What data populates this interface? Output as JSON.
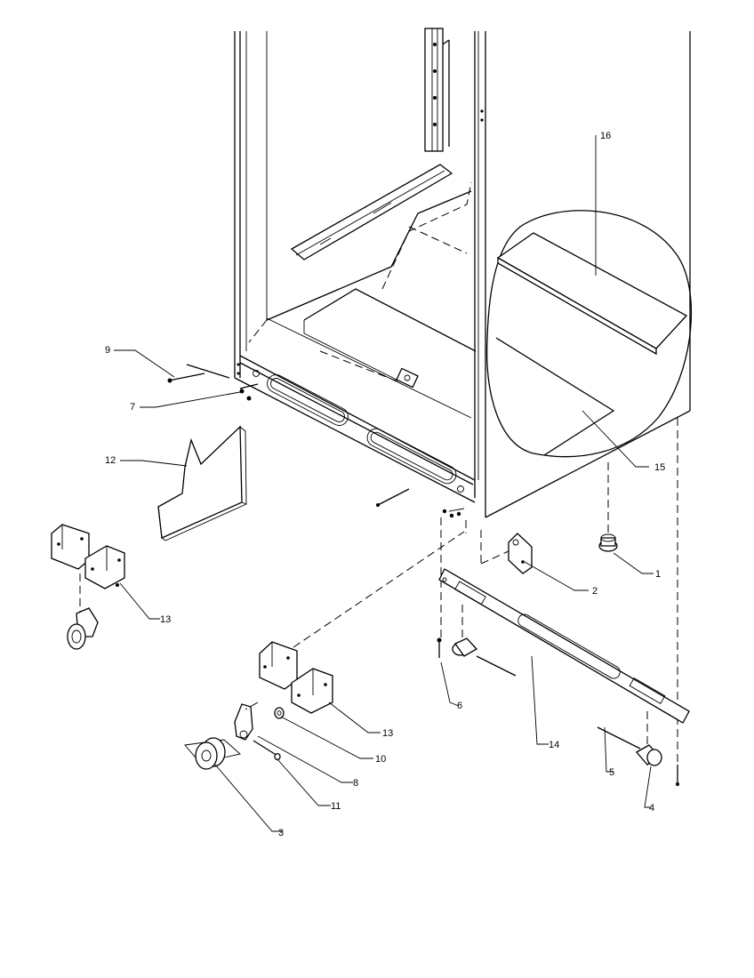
{
  "callouts": [
    {
      "id": "c1",
      "text": "1"
    },
    {
      "id": "c2",
      "text": "2"
    },
    {
      "id": "c3",
      "text": "3"
    },
    {
      "id": "c4",
      "text": "4"
    },
    {
      "id": "c5",
      "text": "5"
    },
    {
      "id": "c6",
      "text": "6"
    },
    {
      "id": "c7",
      "text": "7"
    },
    {
      "id": "c8",
      "text": "8"
    },
    {
      "id": "c9",
      "text": "9"
    },
    {
      "id": "c10",
      "text": "10"
    },
    {
      "id": "c11",
      "text": "11"
    },
    {
      "id": "c12",
      "text": "12"
    },
    {
      "id": "c13a",
      "text": "13"
    },
    {
      "id": "c13b",
      "text": "13"
    },
    {
      "id": "c14",
      "text": "14"
    },
    {
      "id": "c15",
      "text": "15"
    },
    {
      "id": "c16",
      "text": "16"
    }
  ]
}
